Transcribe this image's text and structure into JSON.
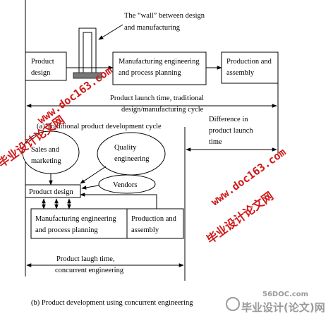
{
  "diagram_a": {
    "wall_note": [
      "The “wall” between design",
      "and manufacturing"
    ],
    "boxes": {
      "product_design": [
        "Product",
        "design"
      ],
      "manufacturing": [
        "Manufacturing engineering",
        "and process planning"
      ],
      "production": [
        "Production and",
        "assembly"
      ]
    },
    "cycle_note": [
      "Product launch time,  traditional",
      "design/manufacturing cycle"
    ],
    "difference_note": [
      "Difference    in",
      "product launch",
      "time"
    ],
    "caption": "(a) Traditional product development cycle"
  },
  "diagram_b": {
    "ellipses": {
      "sales": [
        "Sales    and",
        "marketing"
      ],
      "quality": [
        "Quality",
        "engineering"
      ],
      "vendors": "Vendors"
    },
    "boxes": {
      "product_design": "Product design",
      "manufacturing": [
        "Manufacturing engineering",
        "and process planning"
      ],
      "production": [
        "Production and",
        "assembly"
      ]
    },
    "launch_note": [
      "Product    laugh      time,",
      "concurrent engineering"
    ],
    "caption": "(b) Product development using concurrent engineering"
  },
  "watermarks": {
    "cn": "毕业设计论文网",
    "url": "www.doc163.com",
    "logo_site": "56DOC.com",
    "logo_text": "毕业设计(论文)网"
  }
}
